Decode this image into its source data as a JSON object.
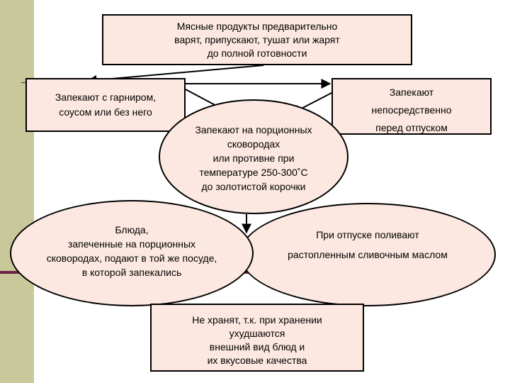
{
  "diagram": {
    "top_box": {
      "lines": [
        "Мясные продукты предварительно",
        "варят, припускают, тушат или жарят",
        "до полной готовности"
      ]
    },
    "left_box": {
      "lines": [
        "Запекают с гарниром,",
        "соусом или без него"
      ]
    },
    "right_box": {
      "lines": [
        "Запекают",
        "непосредственно",
        "перед отпуском"
      ]
    },
    "center_ellipse": {
      "lines": [
        "Запекают на порционных",
        "сковородах",
        "или противне при",
        "температуре  250-300˚С",
        "до золотистой корочки"
      ]
    },
    "left_ellipse": {
      "lines": [
        "Блюда,",
        "запеченные на порционных",
        "сковородах, подают в той же посуде,",
        "в которой запекались"
      ]
    },
    "right_ellipse": {
      "lines": [
        "При отпуске поливают",
        "растопленным сливочным маслом"
      ]
    },
    "bottom_box": {
      "lines": [
        "Не хранят, т.к. при хранении",
        "ухудшаются",
        "внешний вид блюд и",
        "их вкусовые  качества"
      ]
    }
  },
  "colors": {
    "node_fill": "#FCE8E0",
    "node_border": "#000000",
    "side_band": "#C8C89A",
    "accent_rule": "#6B2440"
  }
}
